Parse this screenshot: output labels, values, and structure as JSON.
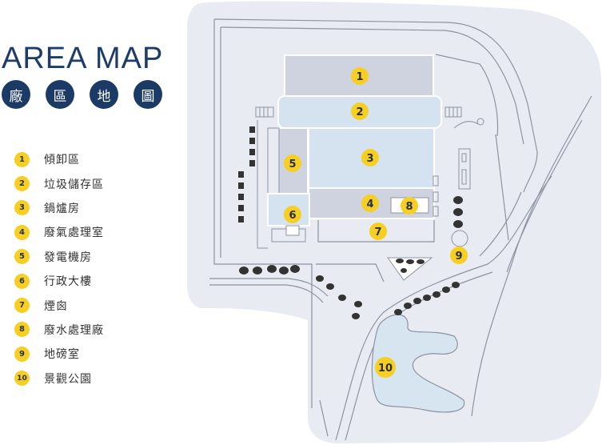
{
  "header": {
    "title": "AREA MAP",
    "chars": [
      "廠",
      "區",
      "地",
      "圖"
    ]
  },
  "legend": [
    {
      "num": "1",
      "label": "傾卸區"
    },
    {
      "num": "2",
      "label": "垃圾儲存區"
    },
    {
      "num": "3",
      "label": "鍋爐房"
    },
    {
      "num": "4",
      "label": "廢氣處理室"
    },
    {
      "num": "5",
      "label": "發電機房"
    },
    {
      "num": "6",
      "label": "行政大樓"
    },
    {
      "num": "7",
      "label": "煙囪"
    },
    {
      "num": "8",
      "label": "廢水處理廠"
    },
    {
      "num": "9",
      "label": "地磅室"
    },
    {
      "num": "10",
      "label": "景觀公園"
    }
  ],
  "map_markers": [
    "1",
    "2",
    "3",
    "4",
    "5",
    "6",
    "7",
    "8",
    "9",
    "10"
  ],
  "colors": {
    "accent_yellow": "#f6cf22",
    "navy": "#1b3a66",
    "site_background": "#e8ecf2",
    "building_gray": "#cfd3df",
    "building_blue": "#d5e2ef",
    "pond": "#d8e6f0"
  }
}
